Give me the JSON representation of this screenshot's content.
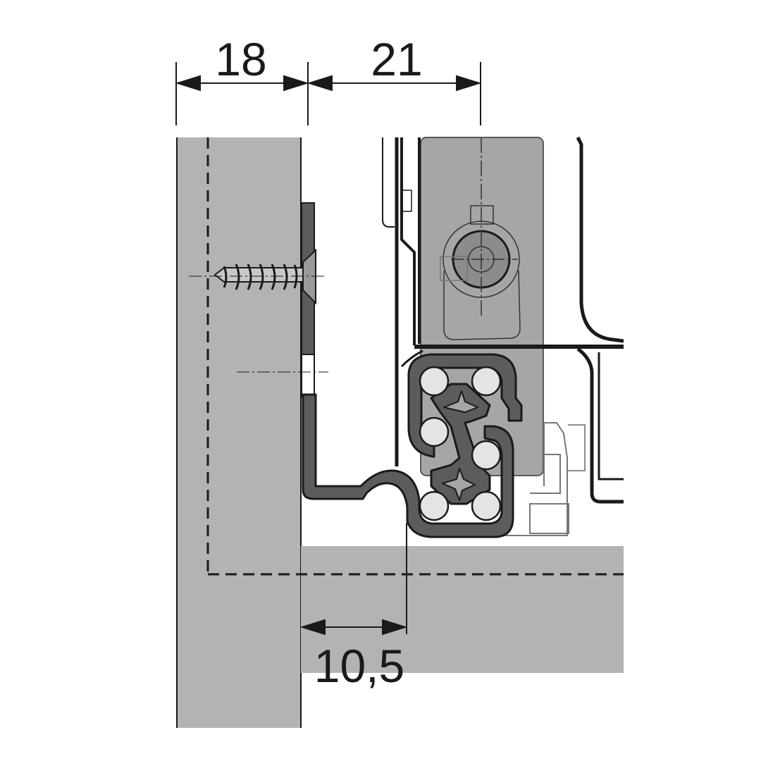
{
  "diagram": {
    "dimensions": [
      {
        "id": "panel_thickness",
        "label": "18"
      },
      {
        "id": "rail_offset",
        "label": "21"
      },
      {
        "id": "bottom_gap",
        "label": "10,5"
      }
    ]
  },
  "colors": {
    "panel": "#b3b3b3",
    "drawer_side": "#a6a6a6",
    "rail": "#5c5c5c",
    "roller": "#e4e4e4",
    "line": "#1a1a1a"
  }
}
